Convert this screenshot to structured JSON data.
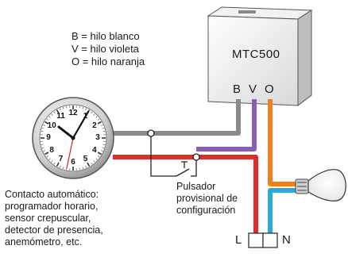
{
  "legend": [
    "B = hilo blanco",
    "V = hilo violeta",
    "O = hilo naranja"
  ],
  "device": {
    "model": "MTC500",
    "terminals": [
      "B",
      "V",
      "O"
    ]
  },
  "clock": {
    "numbers": [
      "12",
      "1",
      "2",
      "3",
      "4",
      "5",
      "6",
      "7",
      "8",
      "9",
      "10",
      "11"
    ]
  },
  "pushbutton": {
    "label_lines": [
      "Pulsador",
      "provisional de",
      "configuración"
    ]
  },
  "auto_contact": {
    "label_lines": [
      "Contacto automático:",
      "programador horario,",
      "sensor crepuscular,",
      "detector de presencia,",
      "anemómetro, etc."
    ]
  },
  "supply": {
    "live": "L",
    "neutral": "N"
  },
  "colors": {
    "wire_white": "#8a8a8a",
    "wire_violet": "#8a5db8",
    "wire_orange": "#f0801e",
    "wire_red": "#e52a2a",
    "wire_blue": "#2aa8e0",
    "clock_hand": "#d62020"
  }
}
